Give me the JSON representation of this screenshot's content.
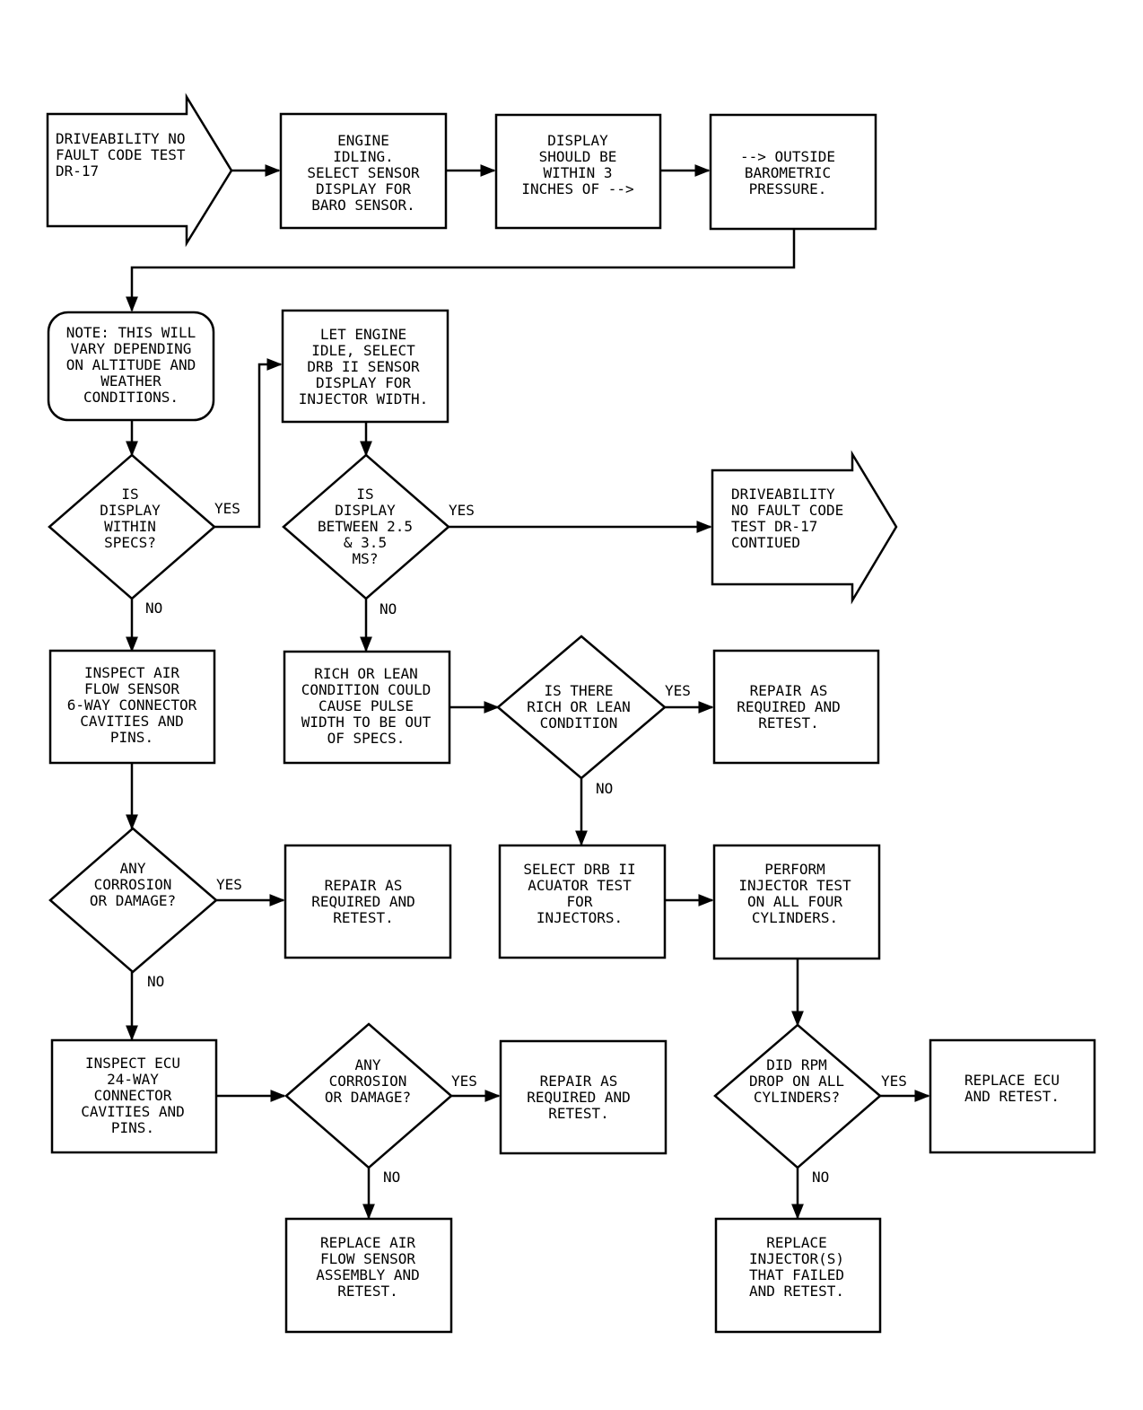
{
  "flowchart": {
    "start": [
      "DRIVEABILITY NO",
      "FAULT CODE TEST",
      "DR-17"
    ],
    "engine_idling": [
      "ENGINE",
      "IDLING.",
      "SELECT SENSOR",
      "DISPLAY FOR",
      "BARO SENSOR."
    ],
    "display_within3": [
      "DISPLAY",
      "SHOULD BE",
      "WITHIN 3",
      "INCHES OF -->"
    ],
    "outside_baro": [
      "--> OUTSIDE",
      "BAROMETRIC",
      "PRESSURE."
    ],
    "note": [
      "NOTE: THIS WILL",
      "VARY DEPENDING",
      "ON ALTITUDE AND",
      "WEATHER",
      "CONDITIONS."
    ],
    "let_engine_idle": [
      "LET ENGINE",
      "IDLE, SELECT",
      "DRB II SENSOR",
      "DISPLAY FOR",
      "INJECTOR WIDTH."
    ],
    "is_display_specs": [
      "IS",
      "DISPLAY",
      "WITHIN",
      "SPECS?"
    ],
    "is_display_between": [
      "IS",
      "DISPLAY",
      "BETWEEN 2.5",
      "& 3.5",
      "MS?"
    ],
    "continued": [
      "DRIVEABILITY",
      "NO FAULT CODE",
      "TEST DR-17",
      "CONTIUED"
    ],
    "inspect_airflow": [
      "INSPECT AIR",
      "FLOW SENSOR",
      "6-WAY CONNECTOR",
      "CAVITIES AND",
      "PINS."
    ],
    "rich_lean": [
      "RICH OR LEAN",
      "CONDITION COULD",
      "CAUSE PULSE",
      "WIDTH TO BE OUT",
      "OF SPECS."
    ],
    "is_there_rich": [
      "IS THERE",
      "RICH OR LEAN",
      "CONDITION"
    ],
    "repair_1": [
      "REPAIR AS",
      "REQUIRED AND",
      "RETEST."
    ],
    "any_corrosion_1": [
      "ANY",
      "CORROSION",
      "OR DAMAGE?"
    ],
    "repair_2": [
      "REPAIR AS",
      "REQUIRED AND",
      "RETEST."
    ],
    "select_drb": [
      "SELECT DRB II",
      "ACUATOR TEST",
      "FOR",
      "INJECTORS."
    ],
    "perform_injector": [
      "PERFORM",
      "INJECTOR TEST",
      "ON ALL FOUR",
      "CYLINDERS."
    ],
    "inspect_ecu": [
      "INSPECT ECU",
      "24-WAY",
      "CONNECTOR",
      "CAVITIES AND",
      "PINS."
    ],
    "any_corrosion_2": [
      "ANY",
      "CORROSION",
      "OR DAMAGE?"
    ],
    "repair_3": [
      "REPAIR AS",
      "REQUIRED AND",
      "RETEST."
    ],
    "did_rpm_drop": [
      "DID RPM",
      "DROP ON ALL",
      "CYLINDERS?"
    ],
    "replace_ecu": [
      "REPLACE ECU",
      "AND RETEST."
    ],
    "replace_airflow": [
      "REPLACE AIR",
      "FLOW SENSOR",
      "ASSEMBLY AND",
      "RETEST."
    ],
    "replace_injectors": [
      "REPLACE",
      "INJECTOR(S)",
      "THAT FAILED",
      "AND RETEST."
    ],
    "edge_labels": {
      "yes": "YES",
      "no": "NO"
    }
  }
}
